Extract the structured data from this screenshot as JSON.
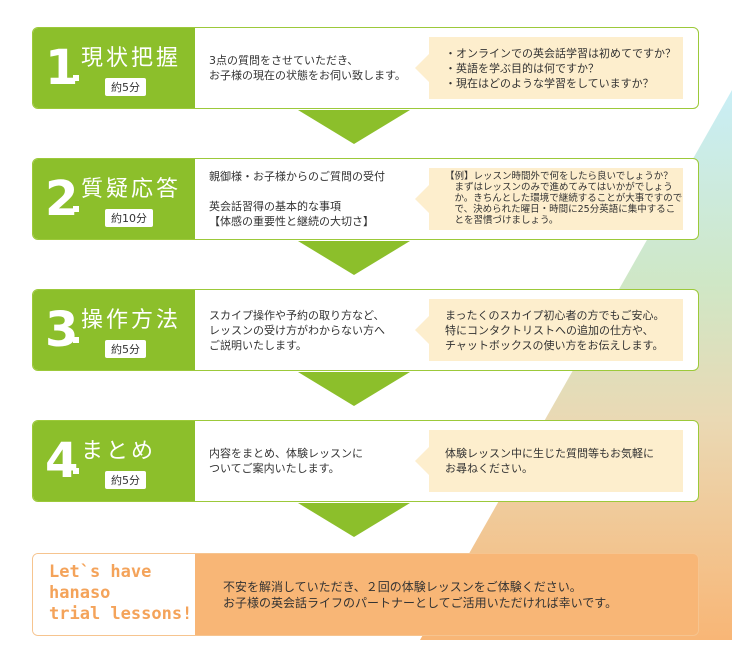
{
  "colors": {
    "green": "#8cbf2b",
    "note_bg": "#fdeecd",
    "orange": "#f8b676",
    "brand": "#f4a35a"
  },
  "steps": [
    {
      "number": "1",
      "title": "現状把握",
      "duration": "約5分",
      "description": "3点の質問をさせていただき、\nお子様の現在の状態をお伺い致します。",
      "note": "・オンラインでの英会話学習は初めてですか？\n・英語を学ぶ目的は何ですか？\n・現在はどのような学習をしていますか？"
    },
    {
      "number": "2",
      "title": "質疑応答",
      "duration": "約10分",
      "description": "親御様・お子様からのご質問の受付\n\n英会話習得の基本的な事項\n【体感の重要性と継続の大切さ】",
      "note": "【例】レッスン時間外で何をしたら良いでしょうか？\n　まずはレッスンのみで進めてみてはいかがでしょう\n　か。きちんとした環境で継続することが大事ですので\n　で、決められた曜日・時間に25分英語に集中するこ\n　とを習慣づけましょう。"
    },
    {
      "number": "3",
      "title": "操作方法",
      "duration": "約5分",
      "description": "スカイプ操作や予約の取り方など、\nレッスンの受け方がわからない方へ\nご説明いたします。",
      "note": "まったくのスカイプ初心者の方でもご安心。\n特にコンタクトリストへの追加の仕方や、\nチャットボックスの使い方をお伝えします。"
    },
    {
      "number": "4",
      "title": "まとめ",
      "duration": "約5分",
      "description": "内容をまとめ、体験レッスンに\nついてご案内いたします。",
      "note": "体験レッスン中に生じた質問等もお気軽に\nお尋ねください。"
    }
  ],
  "final": {
    "brand": "Let`s have\nhanaso\ntrial lessons!",
    "message": "不安を解消していただき、２回の体験レッスンをご体験ください。\nお子様の英会話ライフのパートナーとしてご活用いただければ幸いです。"
  }
}
